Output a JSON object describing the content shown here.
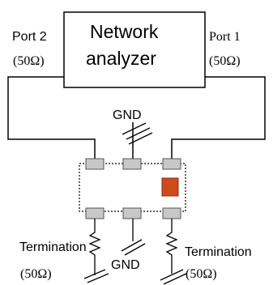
{
  "analyzer": {
    "line1": "Network",
    "line2": "analyzer"
  },
  "ports": [
    {
      "name": "Port 2",
      "impedance": "(50Ω)"
    },
    {
      "name": "Port 1",
      "impedance": "(50Ω)"
    }
  ],
  "ground": {
    "top": "GND",
    "bottom": "GND"
  },
  "terminations": [
    {
      "label": "Termination",
      "impedance": "(50Ω)"
    },
    {
      "label": "Termination",
      "impedance": "(50Ω)"
    }
  ],
  "colors": {
    "line": "#000000",
    "pad": "#c8c8c8",
    "marker": "#d04a1e"
  }
}
